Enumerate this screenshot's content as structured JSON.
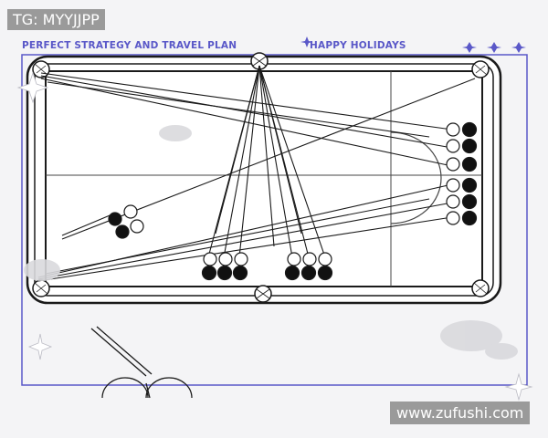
{
  "watermarks": {
    "tg_handle": "TG: MYYJJPP",
    "website": "www.zufushi.com"
  },
  "header": {
    "tagline": "PERFECT STRATEGY AND TRAVEL PLAN",
    "holiday": "HAPPY HOLIDAYS"
  },
  "colors": {
    "accent": "#5a58c8",
    "ink": "#1a1a1a",
    "watermark_bg": "#9a9a9a"
  },
  "decor_icons": [
    "star-icon",
    "sparkle-icon",
    "cue-sticks-icon",
    "pool-table-icon"
  ]
}
